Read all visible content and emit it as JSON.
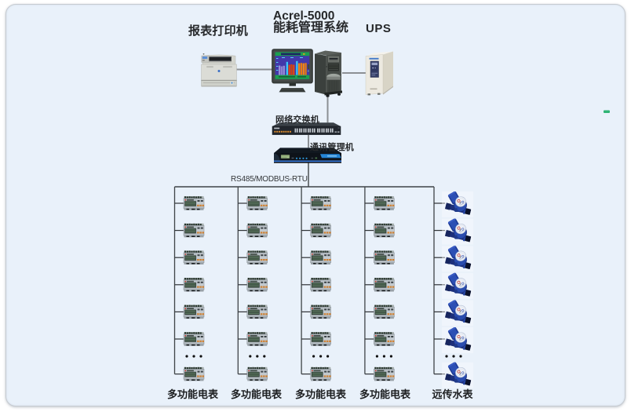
{
  "header": {
    "printer_label": "报表打印机",
    "system_title_line1": "Acrel-5000",
    "system_title_line2": "能耗管理系统",
    "ups_label": "UPS"
  },
  "network": {
    "switch_label": "网络交换机",
    "gateway_label": "通讯管理机",
    "bus_label": "RS485/MODBUS-RTU"
  },
  "meter_columns": [
    {
      "label": "多功能电表",
      "meter_type": "electric-meter",
      "meters_shown": 7,
      "ellipsis": "···"
    },
    {
      "label": "多功能电表",
      "meter_type": "electric-meter",
      "meters_shown": 7,
      "ellipsis": "···"
    },
    {
      "label": "多功能电表",
      "meter_type": "electric-meter",
      "meters_shown": 7,
      "ellipsis": "···"
    },
    {
      "label": "多功能电表",
      "meter_type": "electric-meter",
      "meters_shown": 7,
      "ellipsis": "···"
    },
    {
      "label": "远传水表",
      "meter_type": "water-meter",
      "meters_shown": 7,
      "ellipsis": "···"
    }
  ],
  "device_icons": {
    "printer": "laser-printer-icon",
    "workstation": "crt-monitor-with-bar-chart-icon",
    "server": "tower-server-icon",
    "ups": "ups-tower-icon",
    "switch": "rack-ethernet-switch-icon",
    "gateway": "serial-gateway-icon",
    "electric_meter": "din-rail-power-meter-icon",
    "water_meter": "remote-water-meter-icon"
  },
  "colors": {
    "panel_fill": "#e9f1fa",
    "panel_border": "#c6cbd1",
    "wire_gray": "#8c9094",
    "wire_dark": "#3f4447",
    "green_dash": "#2fb474",
    "text": "#26282a"
  }
}
